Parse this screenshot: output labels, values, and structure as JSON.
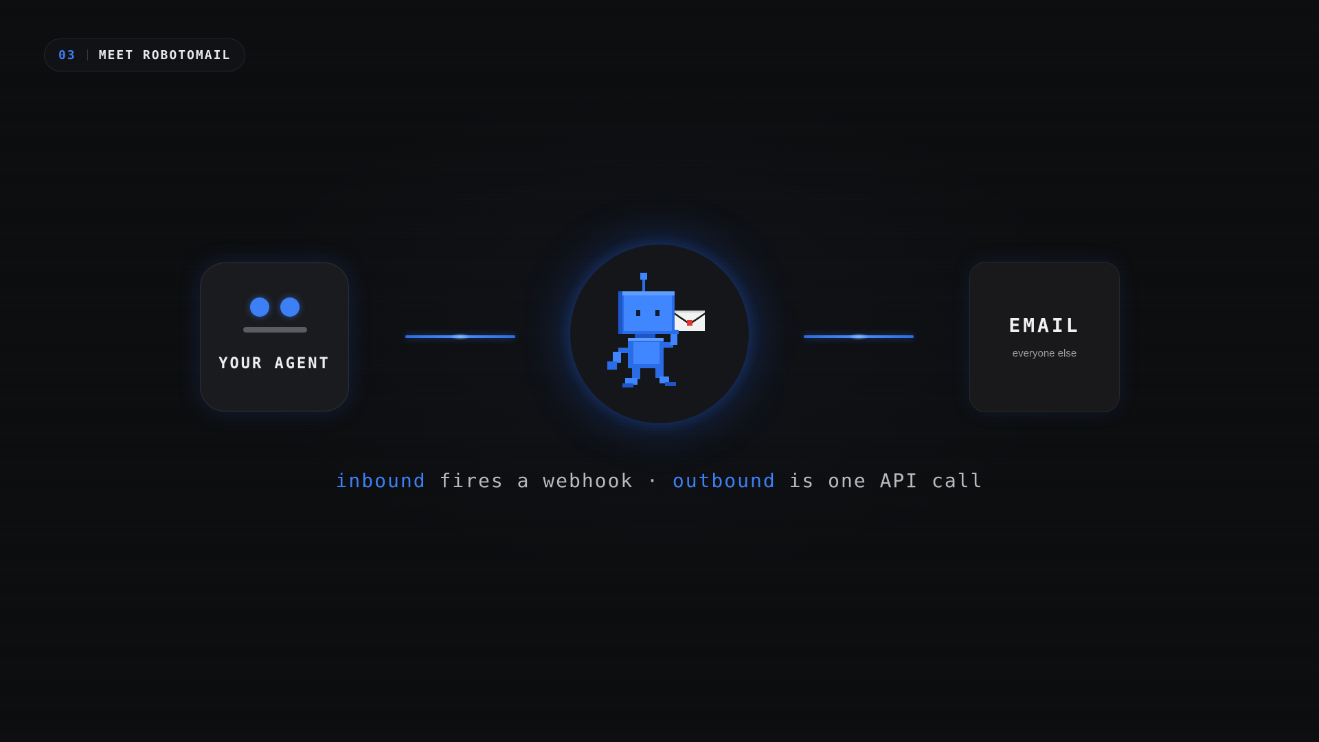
{
  "section": {
    "number": "03",
    "title": "MEET ROBOTOMAIL"
  },
  "agent_card": {
    "label": "YOUR AGENT",
    "eye_icon": "eyes-icon"
  },
  "center": {
    "icon": "robot-mail-icon"
  },
  "email_card": {
    "title": "EMAIL",
    "subtitle": "everyone else"
  },
  "caption": {
    "part1": "inbound",
    "part2": " fires a webhook · ",
    "part3": "outbound",
    "part4": " is one API call"
  },
  "colors": {
    "accent": "#3d7ff5",
    "background": "#0c0d0f",
    "card": "#1a1b1e",
    "text": "#eeeeef",
    "muted_text": "#b9babd"
  }
}
